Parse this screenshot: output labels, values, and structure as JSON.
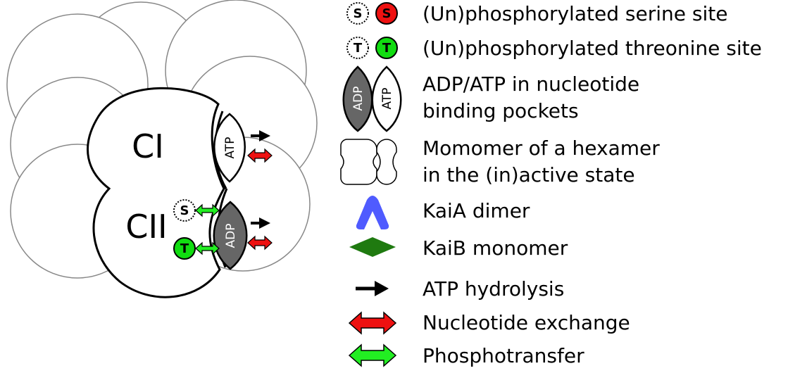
{
  "diagram": {
    "domain_labels": {
      "ci": "CI",
      "cii": "CII"
    },
    "site_letters": {
      "serine": "S",
      "threonine": "T"
    },
    "nucleotides": {
      "adp": "ADP",
      "atp": "ATP"
    },
    "colors": {
      "phospho_serine": "#ee1111",
      "phospho_threonine": "#11dd11",
      "adp_fill": "#666666",
      "kaia": "#4f5bff",
      "kaib": "#1f7a10",
      "hydrolysis_arrow": "#000000",
      "exchange_arrow": "#ee1111",
      "phosphotransfer_arrow": "#22ee22"
    }
  },
  "legend": {
    "serine_site": "(Un)phosphorylated serine site",
    "threonine_site": "(Un)phosphorylated threonine site",
    "nucleotide_line1": "ADP/ATP in nucleotide",
    "nucleotide_line2": "binding pockets",
    "monomer_line1": "Momomer of a hexamer",
    "monomer_line2": "in the (in)active state",
    "kaia": "KaiA dimer",
    "kaib": "KaiB monomer",
    "hydrolysis": "ATP hydrolysis",
    "exchange": "Nucleotide exchange",
    "phosphotransfer": "Phosphotransfer"
  }
}
